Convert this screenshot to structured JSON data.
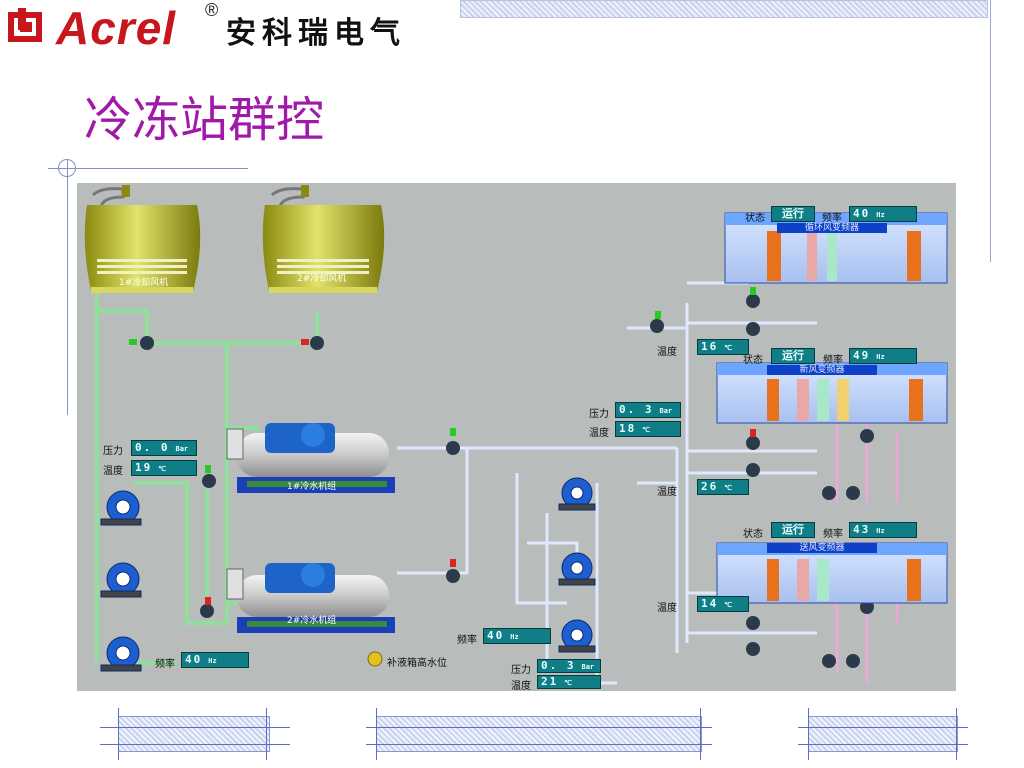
{
  "header": {
    "brand_en": "Acrel",
    "registered": "®",
    "brand_cn": "安科瑞电气",
    "title": "冷冻站群控"
  },
  "colors": {
    "brand_red": "#c8161d",
    "title_purple": "#a019a8",
    "panel_bg": "#b8bcbb",
    "pipe_green": "#8fe09a",
    "display_teal": "#0f7e86",
    "ahu_blue": "#0e40c8",
    "accent_line": "#8090cc"
  },
  "icons": [
    "acrel-logo-icon",
    "cooling-tower-icon",
    "chiller-icon",
    "pump-icon",
    "valve-icon",
    "indicator-lamp-icon",
    "air-handling-unit-icon"
  ],
  "diagram": {
    "cooling_towers": [
      {
        "label": "1#冷却风机"
      },
      {
        "label": "2#冷却风机"
      }
    ],
    "chillers": [
      {
        "label": "1#冷水机组"
      },
      {
        "label": "2#冷水机组"
      }
    ],
    "left_readouts": {
      "pressure_label": "压力",
      "pressure_value": "0. 0",
      "pressure_unit": "Bar",
      "temp_label": "温度",
      "temp_value": "19",
      "temp_unit": "℃"
    },
    "left_frequency": {
      "label": "频率",
      "value": "40",
      "unit": "Hz"
    },
    "mid_readouts": {
      "pressure_label": "压力",
      "pressure_value": "0. 3",
      "pressure_unit": "Bar",
      "temp_label": "温度",
      "temp_value": "18",
      "temp_unit": "℃"
    },
    "bottom_frequency": {
      "label": "频率",
      "value": "40",
      "unit": "Hz"
    },
    "bottom_readouts": {
      "pressure_label": "压力",
      "pressure_value": "0. 3",
      "pressure_unit": "Bar",
      "temp_label": "温度",
      "temp_value": "21",
      "temp_unit": "℃"
    },
    "water_level_legend": "补液箱高水位",
    "branch_temps": [
      {
        "label": "温度",
        "value": "16",
        "unit": "℃"
      },
      {
        "label": "温度",
        "value": "26",
        "unit": "℃"
      },
      {
        "label": "温度",
        "value": "14",
        "unit": "℃"
      }
    ],
    "air_units": [
      {
        "status_label": "状态",
        "status_value": "运行",
        "freq_label": "频率",
        "freq_value": "40",
        "freq_unit": "Hz",
        "name": "循环风变频器"
      },
      {
        "status_label": "状态",
        "status_value": "运行",
        "freq_label": "频率",
        "freq_value": "49",
        "freq_unit": "Hz",
        "name": "新风变频器"
      },
      {
        "status_label": "状态",
        "status_value": "运行",
        "freq_label": "频率",
        "freq_value": "43",
        "freq_unit": "Hz",
        "name": "送风变频器"
      }
    ]
  }
}
